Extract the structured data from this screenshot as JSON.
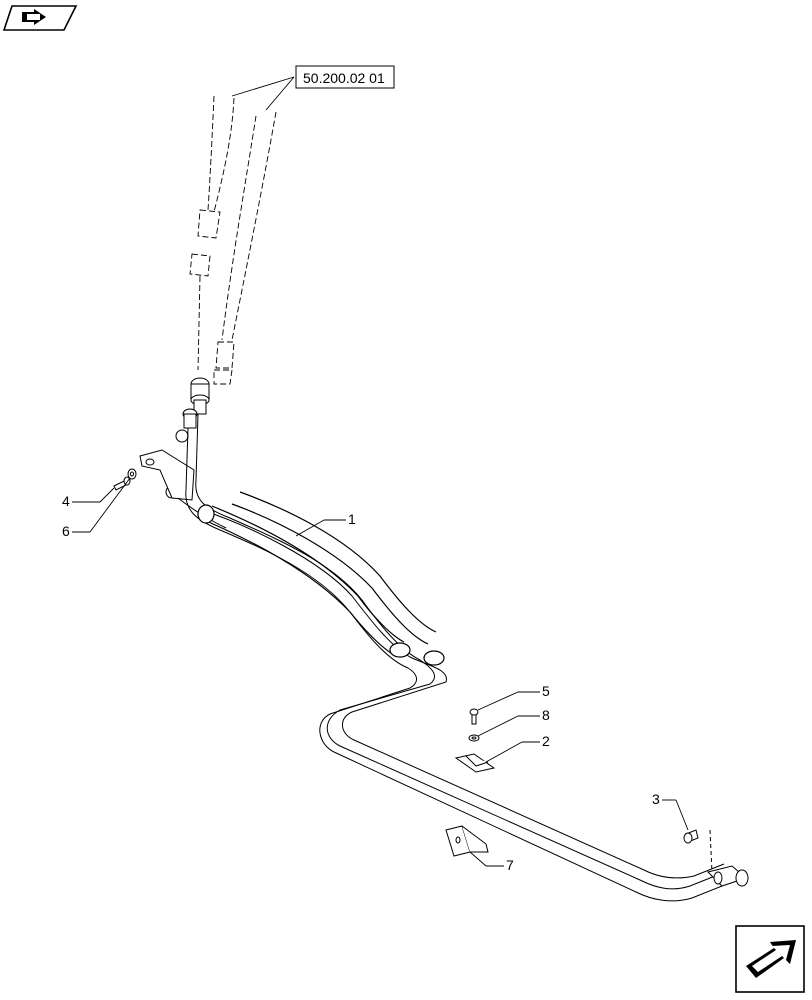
{
  "reference_box": {
    "text": "50.200.02 01"
  },
  "callouts": [
    {
      "id": "1",
      "text": "1",
      "part": "tube-assembly"
    },
    {
      "id": "2",
      "text": "2",
      "part": "clamp"
    },
    {
      "id": "3",
      "text": "3",
      "part": "bolt"
    },
    {
      "id": "4",
      "text": "4",
      "part": "bolt"
    },
    {
      "id": "5",
      "text": "5",
      "part": "bolt"
    },
    {
      "id": "6",
      "text": "6",
      "part": "washer"
    },
    {
      "id": "7",
      "text": "7",
      "part": "bracket"
    },
    {
      "id": "8",
      "text": "8",
      "part": "washer"
    }
  ],
  "icons": {
    "top_left": "previous-page-arrow-icon",
    "bottom_right": "next-page-arrow-icon"
  },
  "colors": {
    "line": "#000000",
    "background": "#ffffff"
  }
}
